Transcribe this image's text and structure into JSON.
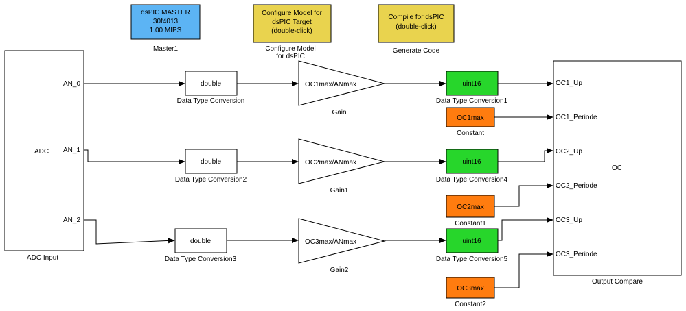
{
  "colors": {
    "master_fill": "#5cb4f4",
    "config_fill": "#e9d34e",
    "converter_fill": "#27d62b",
    "constant_fill": "#ff7c0f",
    "plain_fill": "#ffffff"
  },
  "master": {
    "lines": [
      "dsPIC MASTER",
      "30f4013",
      "1.00 MIPS"
    ],
    "caption": "Master1"
  },
  "configure": {
    "lines": [
      "Configure Model for",
      "dsPIC Target",
      "(double-click)"
    ],
    "caption": [
      "Configure Model",
      "for dsPIC"
    ]
  },
  "generate": {
    "lines": [
      "Compile for dsPIC",
      "(double-click)"
    ],
    "caption": "Generate Code"
  },
  "adc": {
    "label": "ADC",
    "caption": "ADC Input",
    "ports": [
      "AN_0",
      "AN_1",
      "AN_2"
    ]
  },
  "converters_in": [
    {
      "label": "double",
      "caption": "Data Type Conversion"
    },
    {
      "label": "double",
      "caption": "Data Type Conversion2"
    },
    {
      "label": "double",
      "caption": "Data Type Conversion3"
    }
  ],
  "gains": [
    {
      "label": "OC1max/ANmax",
      "caption": "Gain"
    },
    {
      "label": "OC2max/ANmax",
      "caption": "Gain1"
    },
    {
      "label": "OC3max/ANmax",
      "caption": "Gain2"
    }
  ],
  "converters_out": [
    {
      "label": "uint16",
      "caption": "Data Type Conversion1"
    },
    {
      "label": "uint16",
      "caption": "Data Type Conversion4"
    },
    {
      "label": "uint16",
      "caption": "Data Type Conversion5"
    }
  ],
  "constants": [
    {
      "label": "OC1max",
      "caption": "Constant"
    },
    {
      "label": "OC2max",
      "caption": "Constant1"
    },
    {
      "label": "OC3max",
      "caption": "Constant2"
    }
  ],
  "output": {
    "label": "OC",
    "caption": "Output Compare",
    "ports": [
      "OC1_Up",
      "OC1_Periode",
      "OC2_Up",
      "OC2_Periode",
      "OC3_Up",
      "OC3_Periode"
    ]
  }
}
